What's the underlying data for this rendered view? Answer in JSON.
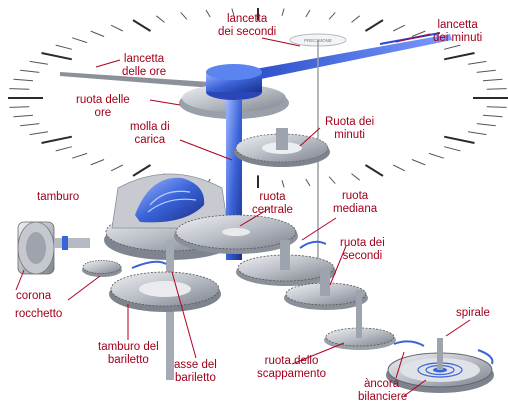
{
  "labels": {
    "lancetta_secondi": [
      "lancetta",
      "dei secondi"
    ],
    "lancetta_minuti": [
      "lancetta",
      "dei minuti"
    ],
    "lancetta_ore": [
      "lancetta",
      "delle ore"
    ],
    "ruota_ore": [
      "ruota delle",
      "ore"
    ],
    "molla_carica": [
      "molla di",
      "carica"
    ],
    "ruota_minuti": [
      "Ruota dei",
      "minuti"
    ],
    "tamburo": [
      "tamburo"
    ],
    "ruota_centrale": [
      "ruota",
      "centrale"
    ],
    "ruota_mediana": [
      "ruota",
      "mediana"
    ],
    "ruota_secondi": [
      "ruota dei",
      "secondi"
    ],
    "corona": [
      "corona"
    ],
    "rocchetto": [
      "rocchetto"
    ],
    "spirale": [
      "spirale"
    ],
    "tamburo_bariletto": [
      "tamburo del",
      "bariletto"
    ],
    "asse_bariletto": [
      "asse del",
      "bariletto"
    ],
    "ruota_scappamento": [
      "ruota dello",
      "scappamento"
    ],
    "ancora": [
      "àncora"
    ],
    "bilanciere": [
      "bilanciere"
    ]
  },
  "sub_dial_text": "PRECISIONE",
  "colors": {
    "label": "#a0001a",
    "steel": "#c9ccd2",
    "blue_part": "#3a63d8"
  }
}
